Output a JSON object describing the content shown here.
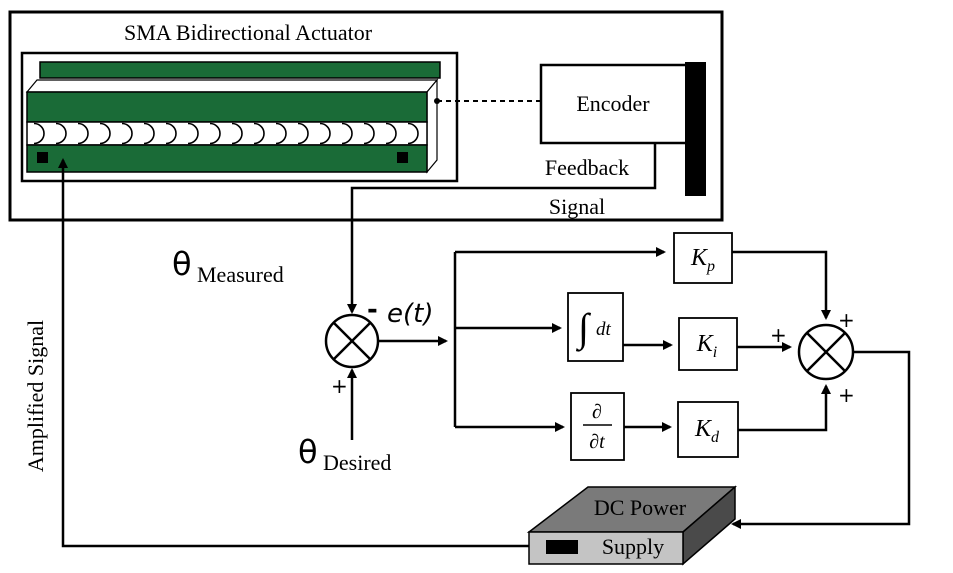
{
  "actuator": {
    "title": "SMA Bidirectional Actuator"
  },
  "encoder": {
    "label": "Encoder"
  },
  "feedback": {
    "line1": "Feedback",
    "line2": "Signal"
  },
  "theta_measured": {
    "symbol": "θ",
    "subscript": "Measured",
    "sign": "-"
  },
  "theta_desired": {
    "symbol": "θ",
    "subscript": "Desired",
    "sign": "+"
  },
  "error": {
    "label": "e(t)"
  },
  "controller": {
    "kp": {
      "main": "K",
      "sub": "p"
    },
    "ki": {
      "main": "K",
      "sub": "i"
    },
    "kd": {
      "main": "K",
      "sub": "d"
    },
    "integral": {
      "symbol": "∫",
      "dt": "dt"
    },
    "derivative": {
      "num": "∂",
      "den": "∂t"
    },
    "sum_signs": {
      "top": "+",
      "left": "+",
      "bottom": "+"
    }
  },
  "power_supply": {
    "line1": "DC Power",
    "line2": "Supply"
  },
  "amplified_signal": {
    "label": "Amplified Signal"
  },
  "colors": {
    "actuator_green": "#1a6b37",
    "line": "#000000",
    "supply_top": "#7a7a7a",
    "supply_front": "#c4c4c4"
  }
}
